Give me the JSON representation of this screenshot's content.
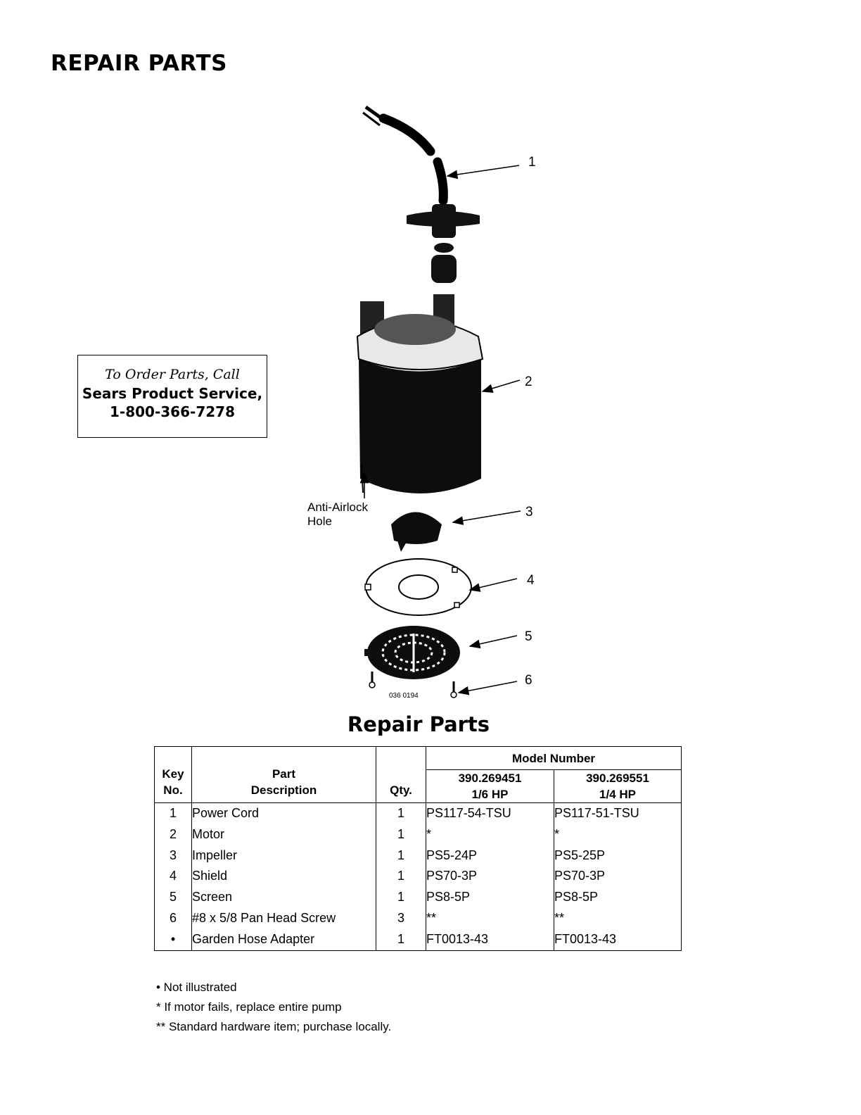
{
  "page": {
    "heading": "REPAIR PARTS"
  },
  "order_box": {
    "line1": "To Order Parts, Call",
    "line2": "Sears Product Service,",
    "line3": "1-800-366-7278"
  },
  "diagram": {
    "key_labels": [
      "1",
      "2",
      "3",
      "4",
      "5",
      "6"
    ],
    "airlock_label_1": "Anti-Airlock",
    "airlock_label_2": "Hole",
    "code": "036 0194"
  },
  "table": {
    "title": "Repair Parts",
    "headers": {
      "key_1": "Key",
      "key_2": "No.",
      "desc_1": "Part",
      "desc_2": "Description",
      "qty": "Qty.",
      "model_number": "Model Number",
      "model1_num": "390.269451",
      "model1_hp": "1/6 HP",
      "model2_num": "390.269551",
      "model2_hp": "1/4 HP"
    },
    "rows": [
      {
        "key": "1",
        "desc": "Power Cord",
        "qty": "1",
        "m1": "PS117-54-TSU",
        "m2": "PS117-51-TSU"
      },
      {
        "key": "2",
        "desc": "Motor",
        "qty": "1",
        "m1": "*",
        "m2": "*"
      },
      {
        "key": "3",
        "desc": "Impeller",
        "qty": "1",
        "m1": "PS5-24P",
        "m2": "PS5-25P"
      },
      {
        "key": "4",
        "desc": "Shield",
        "qty": "1",
        "m1": "PS70-3P",
        "m2": "PS70-3P"
      },
      {
        "key": "5",
        "desc": "Screen",
        "qty": "1",
        "m1": "PS8-5P",
        "m2": "PS8-5P"
      },
      {
        "key": "6",
        "desc": "#8 x 5/8 Pan Head Screw",
        "qty": "3",
        "m1": "**",
        "m2": "**"
      },
      {
        "key": "•",
        "desc": "Garden Hose Adapter",
        "qty": "1",
        "m1": "FT0013-43",
        "m2": "FT0013-43"
      }
    ]
  },
  "notes": {
    "n1": "• Not illustrated",
    "n2": "* If motor fails, replace entire pump",
    "n3": "** Standard hardware item; purchase locally."
  }
}
